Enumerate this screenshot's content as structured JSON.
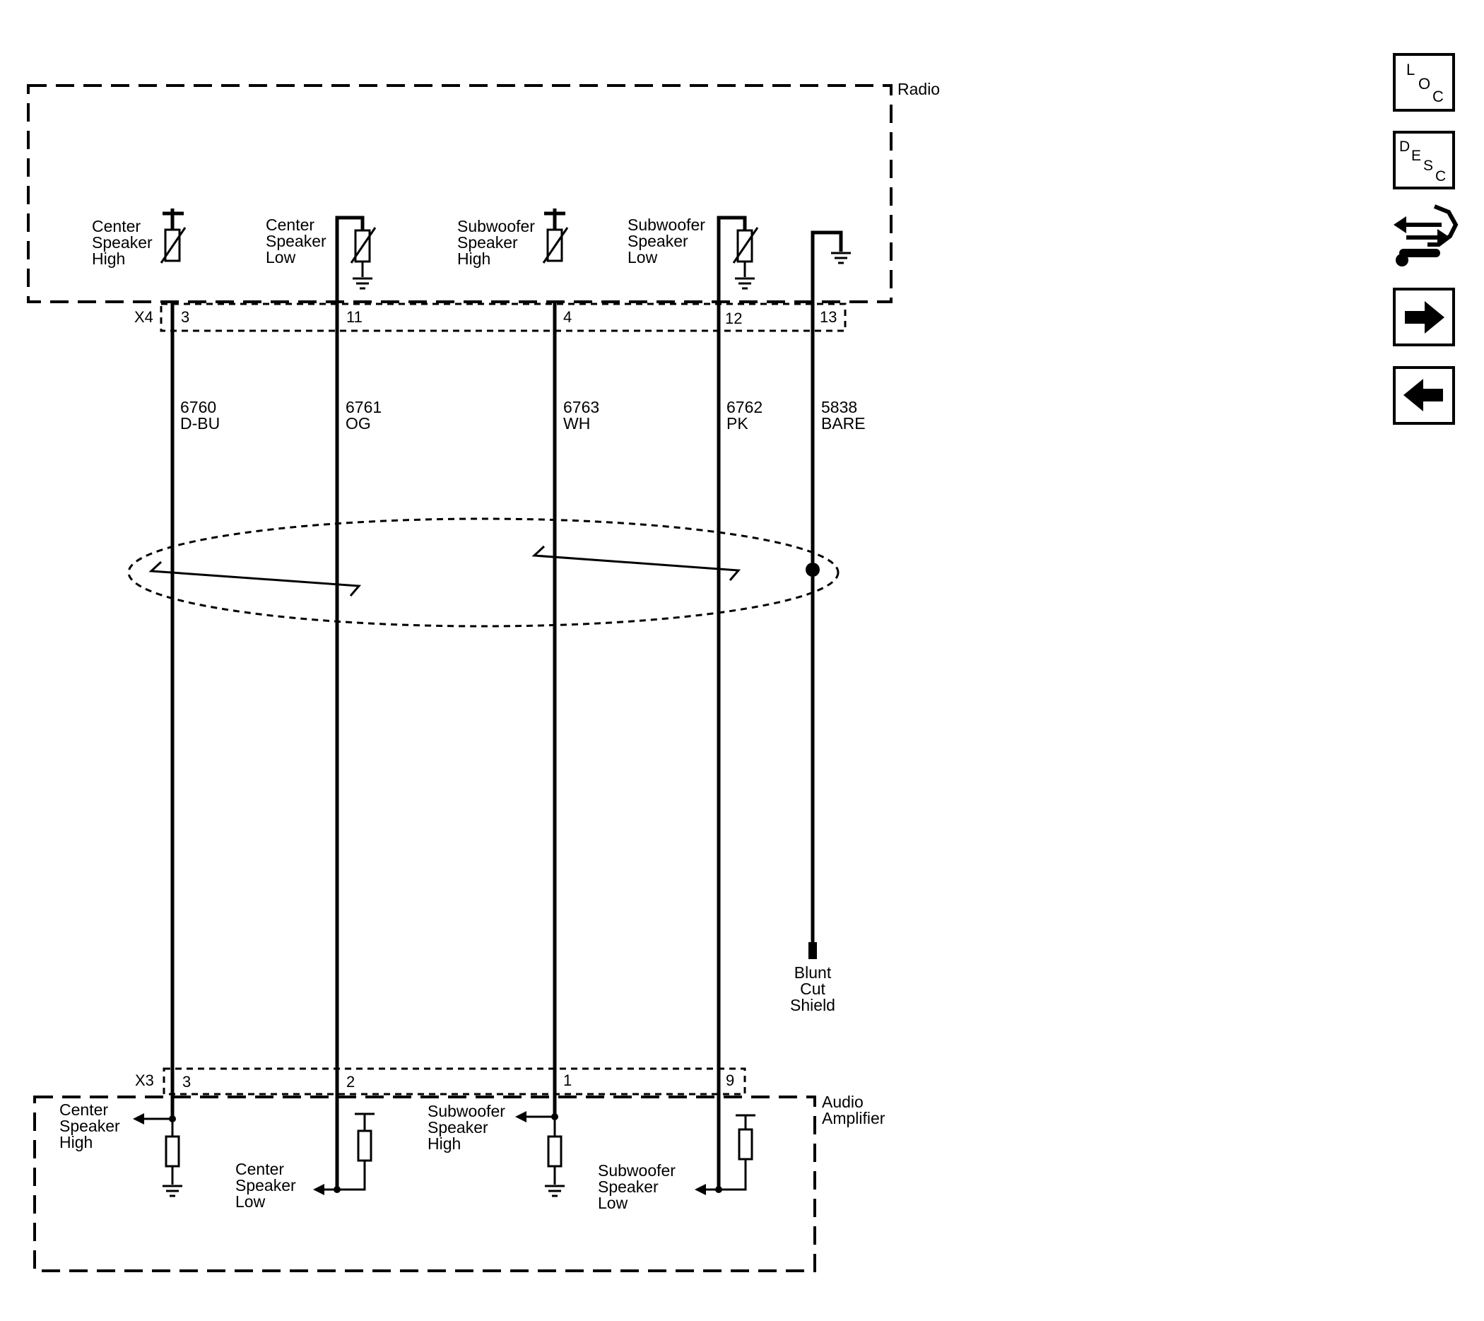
{
  "components": {
    "radio": {
      "name": "Radio"
    },
    "amplifier": {
      "name_line1": "Audio",
      "name_line2": "Amplifier"
    }
  },
  "connectors": {
    "radio": {
      "id": "X4",
      "pins": [
        "3",
        "11",
        "4",
        "12",
        "13"
      ]
    },
    "amplifier": {
      "id": "X3",
      "pins": [
        "3",
        "2",
        "1",
        "9"
      ]
    }
  },
  "radio_circuits": [
    {
      "line1": "Center",
      "line2": "Speaker",
      "line3": "High"
    },
    {
      "line1": "Center",
      "line2": "Speaker",
      "line3": "Low"
    },
    {
      "line1": "Subwoofer",
      "line2": "Speaker",
      "line3": "High"
    },
    {
      "line1": "Subwoofer",
      "line2": "Speaker",
      "line3": "Low"
    }
  ],
  "wires": [
    {
      "circuit": "6760",
      "color": "D-BU"
    },
    {
      "circuit": "6761",
      "color": "OG"
    },
    {
      "circuit": "6763",
      "color": "WH"
    },
    {
      "circuit": "6762",
      "color": "PK"
    },
    {
      "circuit": "5838",
      "color": "BARE"
    }
  ],
  "shield_end": {
    "line1": "Blunt",
    "line2": "Cut",
    "line3": "Shield"
  },
  "amp_circuits": [
    {
      "line1": "Center",
      "line2": "Speaker",
      "line3": "High"
    },
    {
      "line1": "Center",
      "line2": "Speaker",
      "line3": "Low"
    },
    {
      "line1": "Subwoofer",
      "line2": "Speaker",
      "line3": "High"
    },
    {
      "line1": "Subwoofer",
      "line2": "Speaker",
      "line3": "Low"
    }
  ],
  "nav": {
    "loc": [
      "L",
      "O",
      "C"
    ],
    "desc": [
      "D",
      "E",
      "S",
      "C"
    ],
    "icons": [
      "connector-tool-icon",
      "next-arrow-icon",
      "previous-arrow-icon"
    ]
  }
}
